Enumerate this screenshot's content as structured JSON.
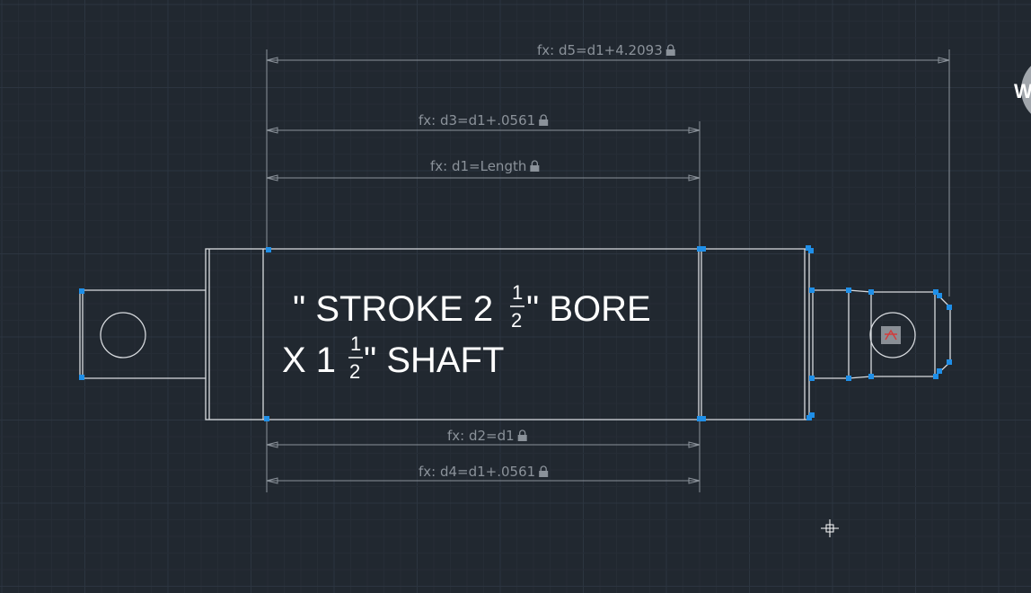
{
  "viewcube": {
    "label": "W"
  },
  "dimensions": [
    {
      "id": "d5",
      "text": "fx: d5=d1+4.2093"
    },
    {
      "id": "d3",
      "text": "fx: d3=d1+.0561"
    },
    {
      "id": "d1",
      "text": "fx: d1=Length"
    },
    {
      "id": "d2",
      "text": "fx: d2=d1"
    },
    {
      "id": "d4",
      "text": "fx: d4=d1+.0561"
    }
  ],
  "mtext": {
    "line1_prefix": "\" STROKE 2",
    "line1_frac_num": "1",
    "line1_frac_den": "2",
    "line1_suffix": "\" BORE",
    "line2_prefix": "X 1",
    "line2_frac_num": "1",
    "line2_frac_den": "2",
    "line2_suffix": "\" SHAFT"
  },
  "colors": {
    "background": "#212830",
    "grid_minor": "#262d36",
    "grid_major": "#2c3540",
    "geometry": "#ffffff",
    "dimension": "#8b929a",
    "grip": "#1f8fe8",
    "param_glyph": "#d23b3b"
  }
}
